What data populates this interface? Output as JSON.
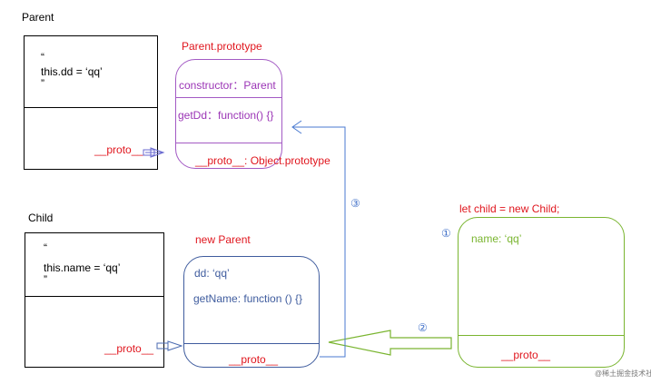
{
  "parent": {
    "title": "Parent",
    "open_quote": "“",
    "body": "this.dd = ‘qq’",
    "close_quote": "”",
    "proto": "__proto__"
  },
  "parent_prototype": {
    "title": "Parent.prototype",
    "constructor": "constructor：Parent",
    "method": "getDd：function() {}",
    "proto": "__proto__: Object.prototype"
  },
  "child": {
    "title": "Child",
    "open_quote": "“",
    "body": "this.name = ‘qq’",
    "close_quote": "”",
    "proto": "__proto__"
  },
  "new_parent": {
    "title": "new Parent",
    "prop": "dd: ‘qq’",
    "method": "getName: function () {}",
    "proto": "__proto__"
  },
  "child_instance": {
    "title": "let child = new Child;",
    "prop": "name: ‘qq’",
    "proto": "__proto__"
  },
  "steps": {
    "one": "①",
    "two": "②",
    "three": "③"
  },
  "watermark": "@稀土掘金技术社区",
  "colors": {
    "red": "#e0161e",
    "purple": "#9b35b6",
    "blue": "#3f5c9e",
    "green": "#7ab530",
    "black": "#000000"
  }
}
